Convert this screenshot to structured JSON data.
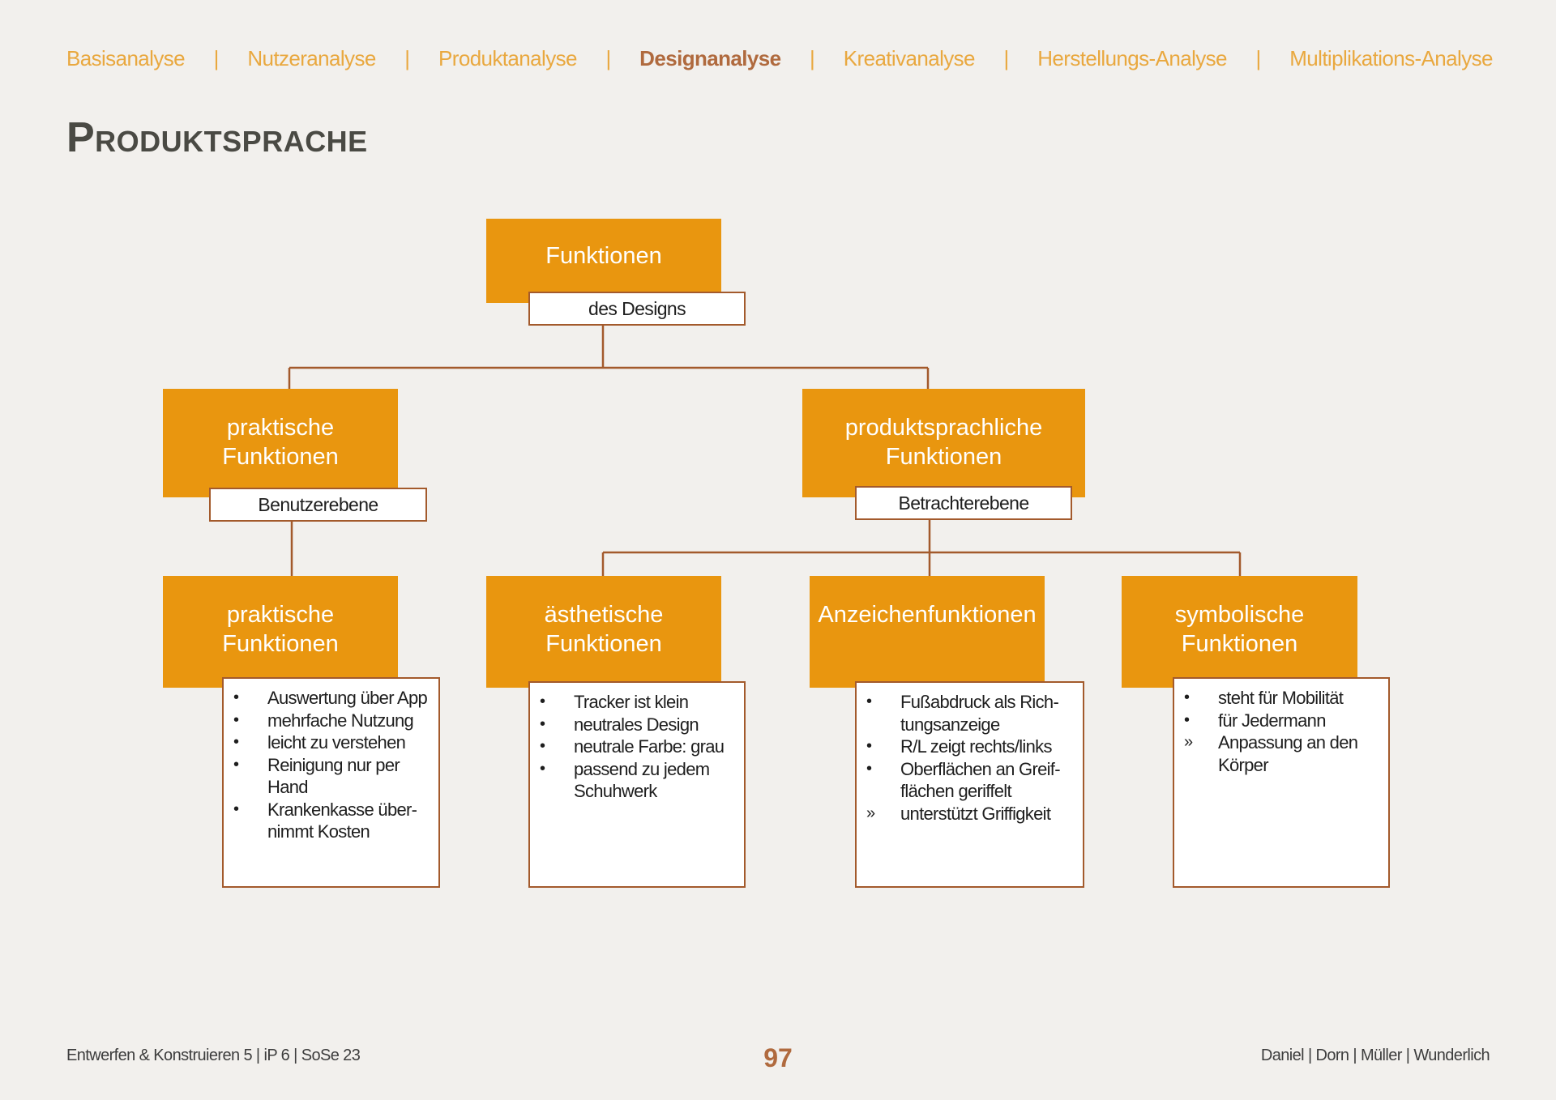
{
  "nav": {
    "items": [
      "Basisanalyse",
      "Nutzeranalyse",
      "Produktanalyse",
      "Designanalyse",
      "Kreativanalyse",
      "Herstellungs-Analyse",
      "Multiplikations-Analyse"
    ],
    "active": "Designanalyse",
    "separator": "|"
  },
  "title": "Produktsprache",
  "diagram": {
    "root": {
      "title": "Funktionen",
      "sub": "des Designs"
    },
    "left": {
      "title_1": "praktische",
      "title_2": "Funktionen",
      "sub": "Benutzerebene"
    },
    "right": {
      "title_1": "produktsprachliche",
      "title_2": "Funktionen",
      "sub": "Betrachterebene"
    },
    "leaf1": {
      "title_1": "praktische",
      "title_2": "Funktionen",
      "items": [
        {
          "bullet": "•",
          "text": "Auswertung über App"
        },
        {
          "bullet": "•",
          "text": "mehrfache Nutzung"
        },
        {
          "bullet": "•",
          "text": "leicht zu verstehen"
        },
        {
          "bullet": "•",
          "text": "Reinigung nur per Hand"
        },
        {
          "bullet": "•",
          "text": "Krankenkasse über­nimmt Kosten"
        }
      ]
    },
    "leaf2": {
      "title_1": "ästhetische",
      "title_2": "Funktionen",
      "items": [
        {
          "bullet": "•",
          "text": "Tracker ist klein"
        },
        {
          "bullet": "•",
          "text": "neutrales Design"
        },
        {
          "bullet": "•",
          "text": "neutrale Farbe: grau"
        },
        {
          "bullet": "•",
          "text": "passend zu jedem Schuhwerk"
        }
      ]
    },
    "leaf3": {
      "title_1": "Anzeichenfunktionen",
      "title_2": "",
      "items": [
        {
          "bullet": "•",
          "text": "Fußabdruck als Rich­tungsanzeige"
        },
        {
          "bullet": "•",
          "text": "R/L zeigt rechts/links"
        },
        {
          "bullet": "•",
          "text": "Oberflächen an Greif­flächen geriffelt"
        },
        {
          "bullet": "»",
          "text": "unterstützt Griffigkeit"
        }
      ]
    },
    "leaf4": {
      "title_1": "symbolische",
      "title_2": "Funktionen",
      "items": [
        {
          "bullet": "•",
          "text": "steht für Mobilität"
        },
        {
          "bullet": "•",
          "text": "für Jedermann"
        },
        {
          "bullet": "»",
          "text": "Anpassung an den Körper"
        }
      ]
    }
  },
  "footer": {
    "left": "Entwerfen & Konstruieren 5 | iP 6 | SoSe 23",
    "page": "97",
    "right": "Daniel | Dorn | Müller | Wunderlich"
  },
  "colors": {
    "orange": "#e9960f",
    "nav_orange": "#e9a83f",
    "brown": "#a35a2c",
    "background": "#f2f0ed"
  }
}
